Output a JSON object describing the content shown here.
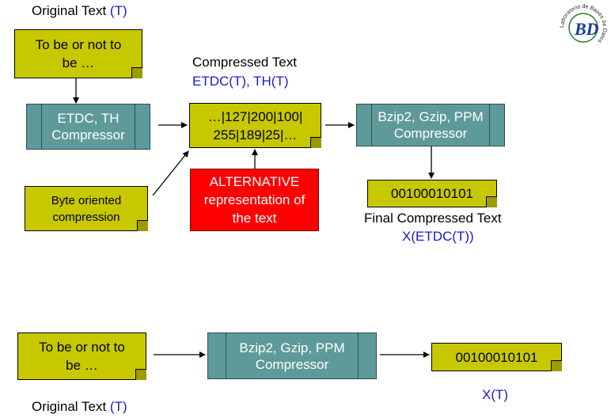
{
  "top": {
    "original_label": "Original Text ",
    "original_var": "(T)",
    "original_note_line1": "To be or not to",
    "original_note_line2": "be …",
    "etdc_line1": "ETDC, TH",
    "etdc_line2": "Compressor",
    "compressed_label": "Compressed Text",
    "compressed_var": "ETDC(T), TH(T)",
    "codes_line1": "…|127|200|100|",
    "codes_line2": "255|189|25|…",
    "bzip_line1": "Bzip2, Gzip, PPM",
    "bzip_line2": "Compressor",
    "bits": "00100010101",
    "final_label": "Final Compressed Text",
    "final_var": "X(ETDC(T))",
    "byte_line1": "Byte oriented",
    "byte_line2": "compression",
    "alt_line1": "ALTERNATIVE",
    "alt_line2": "representation of",
    "alt_line3": "the text"
  },
  "bottom": {
    "note_line1": "To be or not to",
    "note_line2": "be …",
    "bzip_line1": "Bzip2, Gzip, PPM",
    "bzip_line2": "Compressor",
    "bits": "00100010101",
    "result_var": "X(T)",
    "original_label": "Original Text ",
    "original_var": "(T)"
  },
  "logo": {
    "ring_text": "Laboratorio de Bases de Datos",
    "letters": "BD"
  },
  "colors": {
    "note": "#c8c800",
    "process": "#5f9a9a",
    "alternative": "#ff0000",
    "variable": "#1a1acc"
  }
}
